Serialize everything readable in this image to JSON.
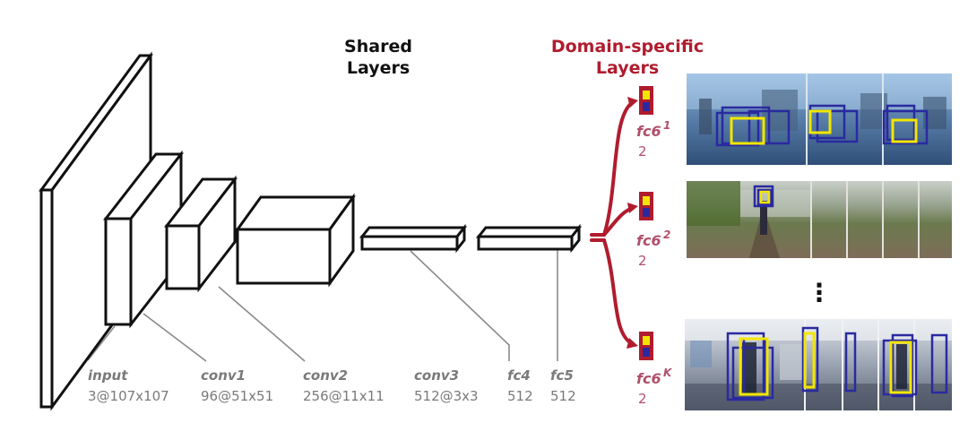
{
  "headings": {
    "shared_line1": "Shared",
    "shared_line2": "Layers",
    "domain_line1": "Domain-specific",
    "domain_line2": "Layers"
  },
  "layers": [
    {
      "name": "input",
      "dims": "3@107x107"
    },
    {
      "name": "conv1",
      "dims": "96@51x51"
    },
    {
      "name": "conv2",
      "dims": "256@11x11"
    },
    {
      "name": "conv3",
      "dims": "512@3x3"
    },
    {
      "name": "fc4",
      "dims": "512"
    },
    {
      "name": "fc5",
      "dims": "512"
    }
  ],
  "branches": [
    {
      "name": "fc6",
      "superscript": "1",
      "dims": "2"
    },
    {
      "name": "fc6",
      "superscript": "2",
      "dims": "2"
    },
    {
      "name": "fc6",
      "superscript": "K",
      "dims": "2"
    }
  ],
  "ellipsis": "⋮",
  "colors": {
    "domain_red": "#b01c2e",
    "branch_label": "#b0506a",
    "box_yellow": "#f2e600",
    "box_blue": "#2a2aa0",
    "leader_gray": "#8a8a8a"
  }
}
